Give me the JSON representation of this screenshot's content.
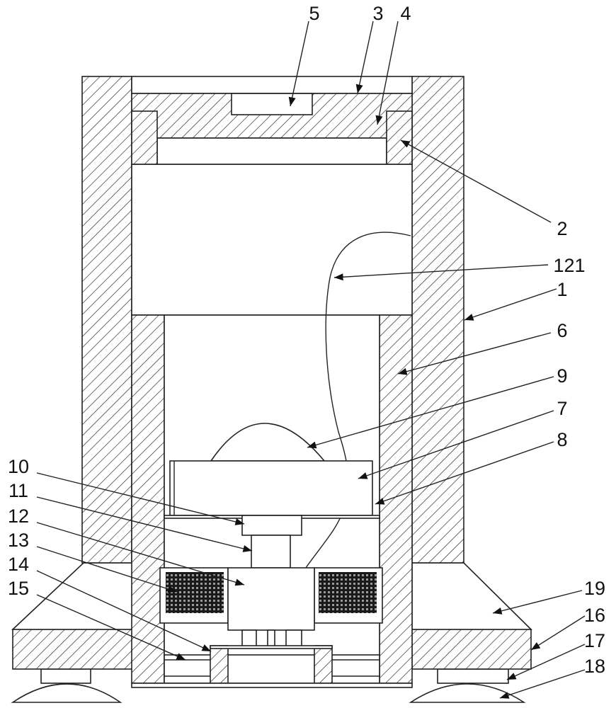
{
  "figure": {
    "labels": {
      "n1": "1",
      "n2": "2",
      "n3": "3",
      "n4": "4",
      "n5": "5",
      "n6": "6",
      "n7": "7",
      "n8": "8",
      "n9": "9",
      "n10": "10",
      "n11": "11",
      "n12": "12",
      "n13": "13",
      "n14": "14",
      "n15": "15",
      "n16": "16",
      "n17": "17",
      "n18": "18",
      "n19": "19",
      "n121": "121"
    }
  }
}
